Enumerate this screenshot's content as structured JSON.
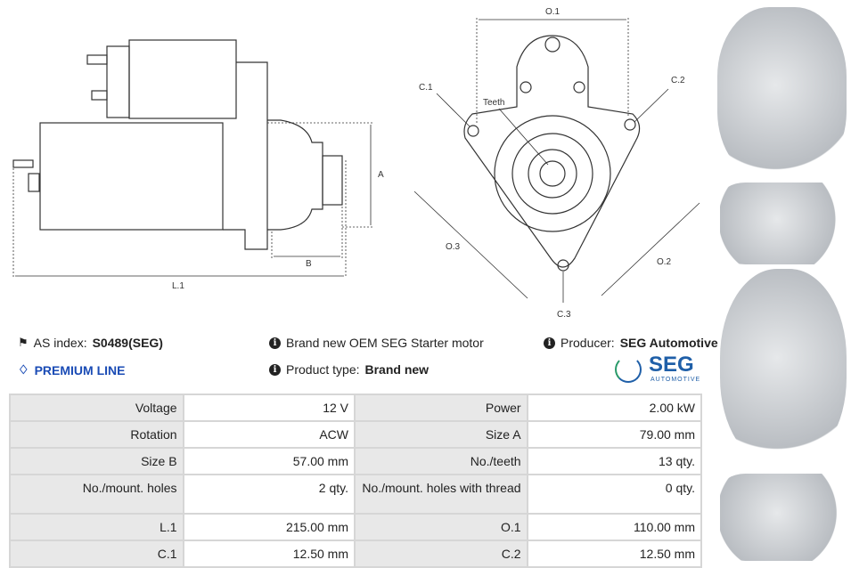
{
  "diagram": {
    "labels": {
      "l1": "L.1",
      "a": "A",
      "b": "B",
      "o1": "O.1",
      "o2": "O.2",
      "o3": "O.3",
      "c1": "C.1",
      "c2": "C.2",
      "c3": "C.3",
      "teeth": "Teeth"
    }
  },
  "info": {
    "as_index_label": "AS index:",
    "as_index_value": "S0489(SEG)",
    "premium": "PREMIUM LINE",
    "description": "Brand new OEM SEG Starter motor",
    "product_type_label": "Product type:",
    "product_type_value": "Brand new",
    "producer_label": "Producer:",
    "producer_value": "SEG Automotive",
    "logo_text": "SEG",
    "logo_sub": "AUTOMOTIVE"
  },
  "colors": {
    "premium": "#1a4bb5",
    "logo_blue": "#1f5fa8",
    "logo_green": "#2a9a6a"
  },
  "specs": [
    {
      "k1": "Voltage",
      "v1": "12 V",
      "k2": "Power",
      "v2": "2.00 kW"
    },
    {
      "k1": "Rotation",
      "v1": "ACW",
      "k2": "Size A",
      "v2": "79.00 mm"
    },
    {
      "k1": "Size B",
      "v1": "57.00 mm",
      "k2": "No./teeth",
      "v2": "13 qty."
    },
    {
      "k1": "No./mount. holes",
      "v1": "2 qty.",
      "k2": "No./mount. holes with thread",
      "v2": "0 qty."
    },
    {
      "k1": "L.1",
      "v1": "215.00 mm",
      "k2": "O.1",
      "v2": "110.00 mm"
    },
    {
      "k1": "C.1",
      "v1": "12.50 mm",
      "k2": "C.2",
      "v2": "12.50 mm"
    }
  ]
}
